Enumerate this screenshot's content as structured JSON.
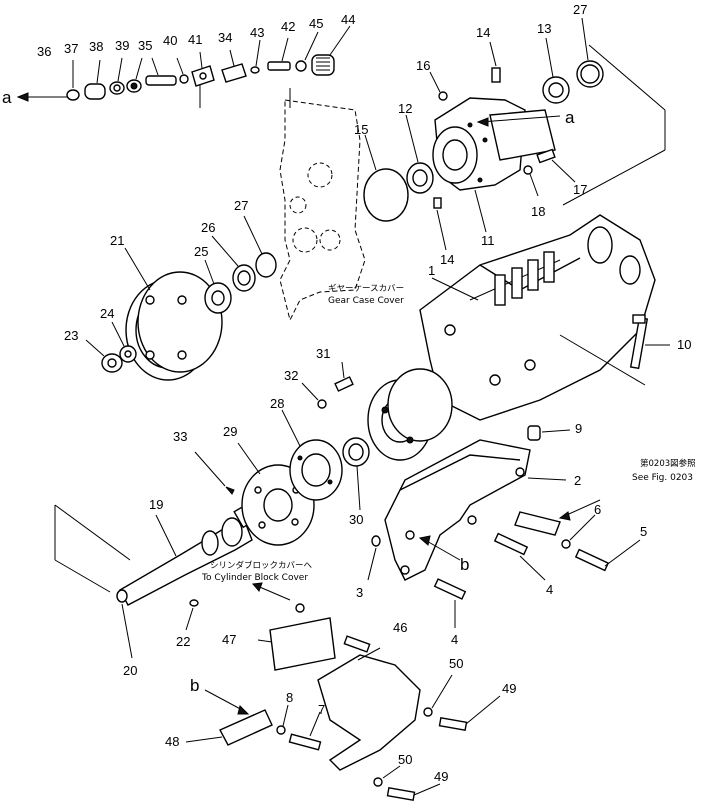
{
  "callouts": [
    "1",
    "2",
    "3",
    "4",
    "4",
    "5",
    "6",
    "7",
    "8",
    "9",
    "10",
    "11",
    "12",
    "13",
    "14",
    "14",
    "15",
    "16",
    "17",
    "18",
    "19",
    "20",
    "21",
    "22",
    "23",
    "24",
    "25",
    "26",
    "27",
    "27",
    "28",
    "29",
    "30",
    "31",
    "32",
    "33",
    "34",
    "35",
    "36",
    "37",
    "38",
    "39",
    "40",
    "41",
    "42",
    "43",
    "44",
    "45",
    "46",
    "47",
    "48",
    "49",
    "49",
    "50",
    "50"
  ],
  "arrow_markers": [
    "a",
    "a",
    "b",
    "b"
  ],
  "notes": {
    "gear_case_jp": "ギヤーケースカバー",
    "gear_case_en": "Gear Case Cover",
    "cyl_block_jp": "シリンダブロックカバーへ",
    "cyl_block_en": "To Cylinder Block Cover",
    "see_fig_jp": "第0203図参照",
    "see_fig_en": "See Fig. 0203"
  }
}
